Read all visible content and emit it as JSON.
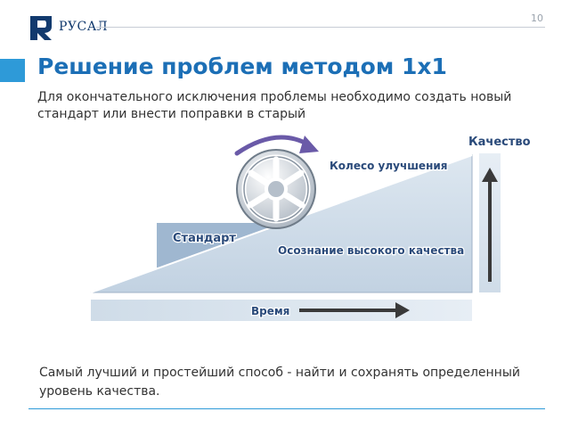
{
  "header": {
    "logo_text": "РУСАЛ",
    "page_number": "10"
  },
  "slide": {
    "title": "Решение проблем методом 1x1",
    "subtitle": "Для окончательного исключения проблемы необходимо создать новый стандарт или внести поправки в старый",
    "bottom_text": "Самый лучший и простейший способ - найти и сохранять определенный уровень качества."
  },
  "diagram": {
    "quality_label": "Качество",
    "wheel_label": "Колесо улучшения",
    "standard_label": "Стандарт",
    "awareness_label": "Осознание высокого качества",
    "time_label": "Время"
  },
  "colors": {
    "title": "#1c6fb6",
    "accent": "#2e9ad8",
    "label": "#2a4a7a",
    "wedge": "#c5d5e4",
    "standard_block": "#9db5cf",
    "arrow": "#3a3a3a",
    "wheel_rotation_arrow": "#6a5aa8"
  }
}
